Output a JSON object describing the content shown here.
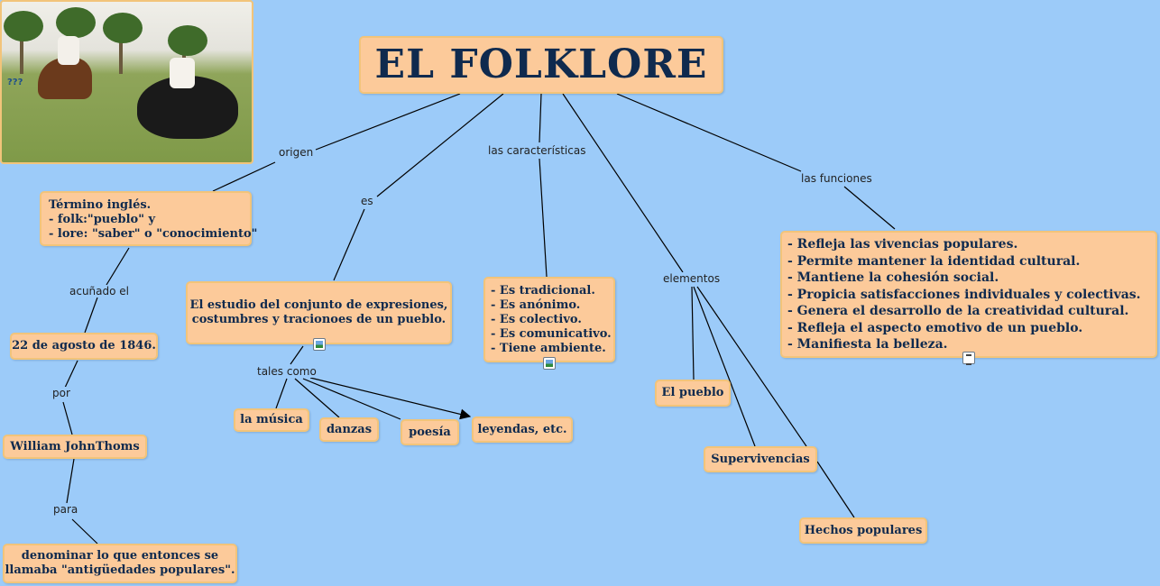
{
  "title": "EL FOLKLORE",
  "photo_tag": "???",
  "links": {
    "origen": "origen",
    "es": "es",
    "caracteristicas": "las características",
    "elementos": "elementos",
    "funciones": "las funciones",
    "acunado": "acuñado  el",
    "por": "por",
    "para": "para",
    "tales_como": "tales como"
  },
  "nodes": {
    "termino": [
      "Término inglés.",
      "- folk:\"pueblo\" y",
      "- lore: \"saber\" o \"conocimiento\""
    ],
    "fecha": "22 de agosto de 1846.",
    "autor": "William JohnThoms",
    "denominar": [
      "denominar lo que entonces se",
      "llamaba \"antigüedades populares\"."
    ],
    "estudio": [
      "El estudio del conjunto de expresiones,",
      "costumbres y tracionoes de un pueblo."
    ],
    "musica": "la música",
    "danzas": "danzas",
    "poesia": "poesía",
    "leyendas": "leyendas, etc.",
    "caracteristicas": [
      "- Es tradicional.",
      "- Es anónimo.",
      "- Es colectivo.",
      "- Es comunicativo.",
      "- Tiene ambiente."
    ],
    "pueblo": "El pueblo",
    "supervivencias": "Supervivencias",
    "hechos": "Hechos populares",
    "funciones": [
      "- Refleja las vivencias populares.",
      "- Permite mantener la identidad cultural.",
      "- Mantiene la cohesión social.",
      "- Propicia satisfacciones individuales y colectivas.",
      "- Genera el desarrollo de la creatividad cultural.",
      "- Refleja el aspecto emotivo de un pueblo.",
      "- Manifiesta la belleza."
    ]
  },
  "colors": {
    "background": "#9ccbf9",
    "node_fill": "#fcca9a",
    "node_border": "#f2c47a",
    "text": "#0f2a4e"
  },
  "icons": [
    "image-icon",
    "note-icon"
  ]
}
